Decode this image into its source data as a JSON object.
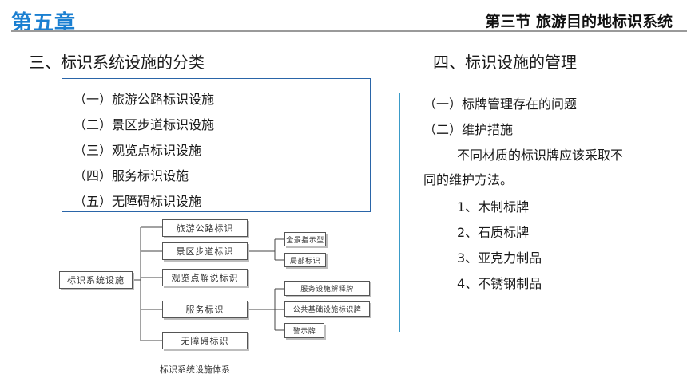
{
  "header": {
    "chapter": "第五章",
    "section": "第三节  旅游目的地标识系统"
  },
  "left": {
    "heading": "三、标识系统设施的分类",
    "categories": [
      "（一）旅游公路标识设施",
      "（二）景区步道标识设施",
      "（三）观览点标识设施",
      "（四）服务标识设施",
      "（五）无障碍标识设施"
    ]
  },
  "diagram": {
    "root": "标识系统设施",
    "level1": [
      "旅游公路标识",
      "景区步道标识",
      "观览点解说标识",
      "服务标识",
      "无障碍标识"
    ],
    "trail_children": [
      "全景指示型",
      "局部标识"
    ],
    "service_children": [
      "服务设施解释牌",
      "公共基础设施标识牌",
      "警示牌"
    ],
    "caption": "标识系统设施体系"
  },
  "right": {
    "heading": "四、标识设施的管理",
    "items": [
      "（一）标牌管理存在的问题",
      "（二）维护措施"
    ],
    "paragraph_line1": "不同材质的标识牌应该采取不",
    "paragraph_line2": "同的维护方法。",
    "materials": [
      "1、木制标牌",
      "2、石质标牌",
      "3、亚克力制品",
      "4、不锈钢制品"
    ]
  }
}
